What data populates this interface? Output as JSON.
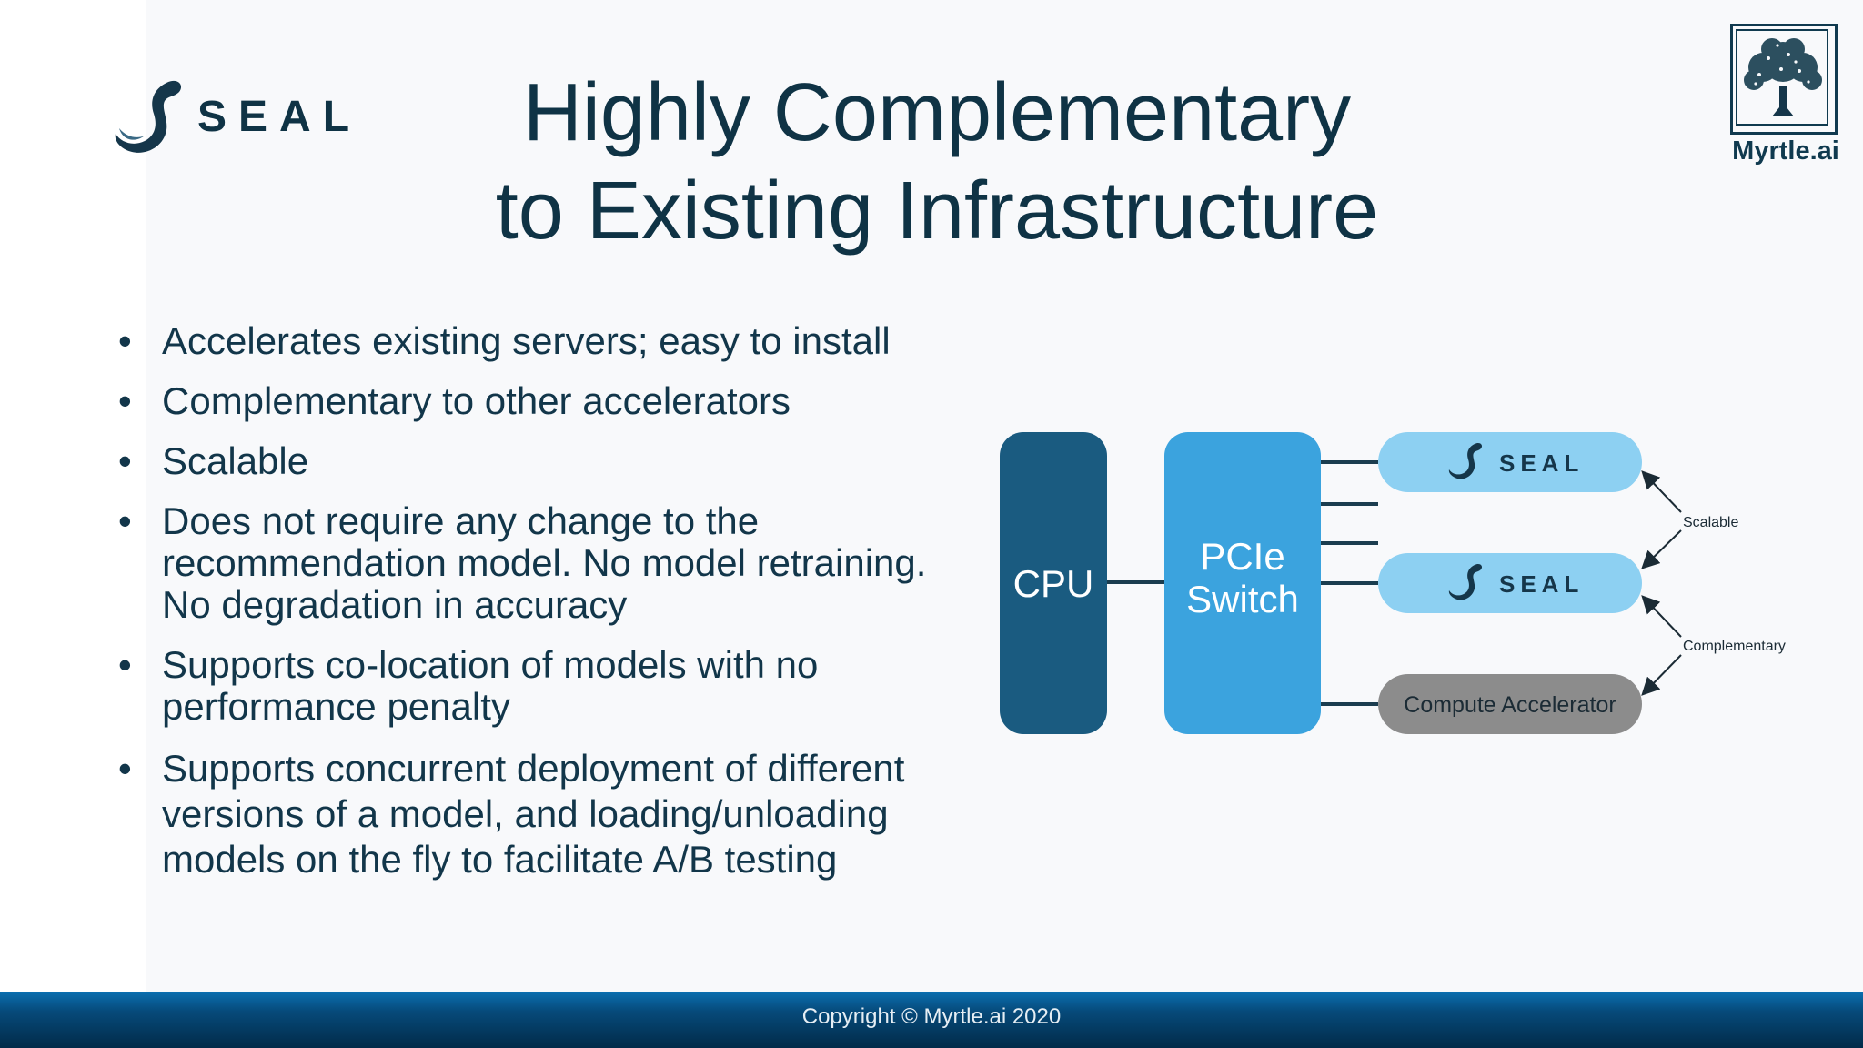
{
  "logo_seal": "SEAL",
  "logo_myrtle": "Myrtle.ai",
  "title": {
    "line1": "Highly Complementary",
    "line2": "to Existing Infrastructure"
  },
  "bullets": [
    "Accelerates existing servers; easy to install",
    "Complementary to other accelerators",
    "Scalable",
    "Does not require any change to the recommendation model. No model retraining. No degradation in accuracy",
    "Supports co-location of models with no performance penalty",
    "Supports concurrent deployment of different versions of a model, and loading/unloading models on the fly to facilitate A/B testing"
  ],
  "diagram": {
    "cpu": "CPU",
    "switch_line1": "PCIe",
    "switch_line2": "Switch",
    "card1": "SEAL",
    "card2": "SEAL",
    "card3": "Compute Accelerator",
    "label_scalable": "Scalable",
    "label_complementary": "Complementary",
    "colors": {
      "cpu": "#1a5b80",
      "switch": "#3ba3de",
      "seal_card": "#8dd0f2",
      "accelerator_card": "#8c8c8c",
      "connector": "#1b3d4f"
    }
  },
  "footer": "Copyright © Myrtle.ai 2020"
}
